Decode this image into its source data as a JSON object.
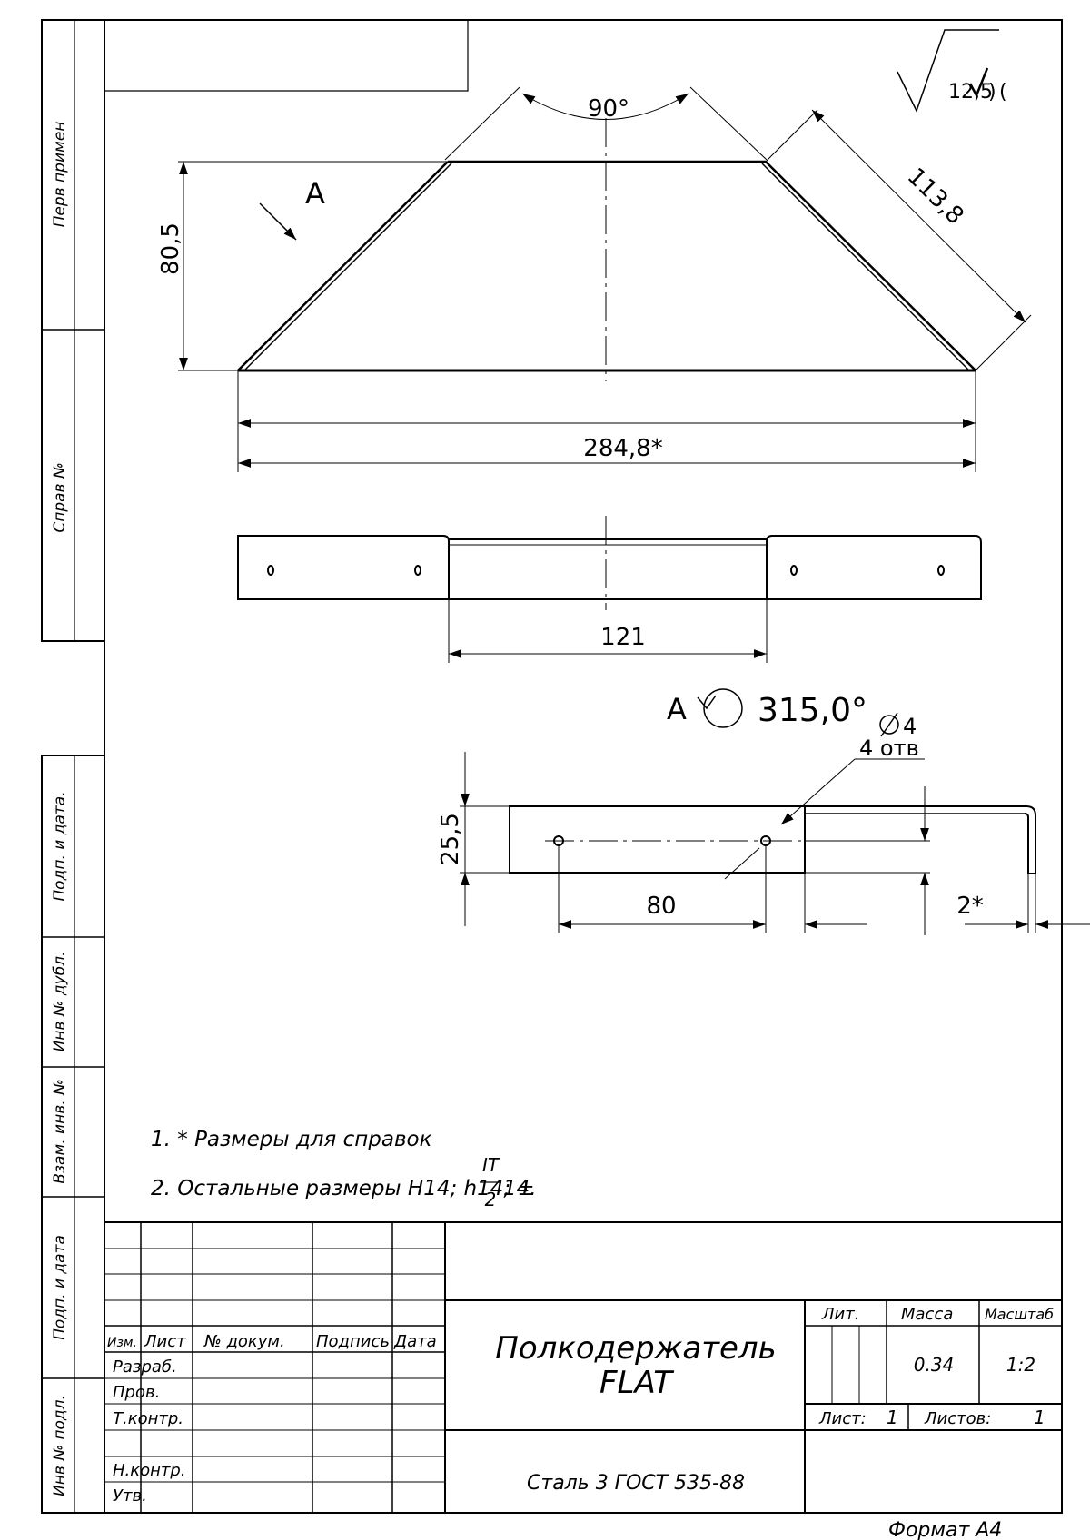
{
  "side_columns": {
    "perv_primen": "Перв примен",
    "sprav_no": "Справ №",
    "podp_data_1": "Подп. и дата.",
    "inv_dubl": "Инв № дубл.",
    "vzam_inv": "Взам. инв. №",
    "podp_data_2": "Подп. и дата",
    "inv_podl": "Инв № подл."
  },
  "roughness": "12,5 (",
  "top_view": {
    "angle": "90°",
    "view_label": "A",
    "height": "80,5",
    "flange_length": "113,8",
    "overall_length": "284,8*"
  },
  "front_view": {
    "middle_length": "121"
  },
  "view_a": {
    "header_letter": "A",
    "rotation": "315,0°",
    "hole_diameter": "4",
    "hole_count": "4 отв",
    "flange_height": "25,5",
    "hole_spacing": "80",
    "thickness": "2*"
  },
  "notes": {
    "note1": "1.  * Размеры для справок",
    "note2_prefix": "2. Остальные размеры H14; h14; ±",
    "note2_num": "IT",
    "note2_den": "2",
    "note2_suffix": "14."
  },
  "title_block": {
    "col_izm": "Изм.",
    "col_list": "Лист",
    "col_doc": "№ докум.",
    "col_sign": "Подпись",
    "col_date": "Дата",
    "razrab": "Разраб.",
    "prov": "Пров.",
    "tkontr": "Т.контр.",
    "nkontr": "Н.контр.",
    "utv": "Утв.",
    "part_name_line1": "Полкодержатель",
    "part_name_line2": "FLAT",
    "lit_label": "Лит.",
    "mass_label": "Масса",
    "scale_label": "Масштаб",
    "mass_value": "0.34",
    "scale_value": "1:2",
    "sheet_label": "Лист:",
    "sheet_value": "1",
    "sheets_label": "Листов:",
    "sheets_value": "1",
    "material": "Сталь 3 ГОСТ 535-88"
  },
  "format": "Формат   А4"
}
